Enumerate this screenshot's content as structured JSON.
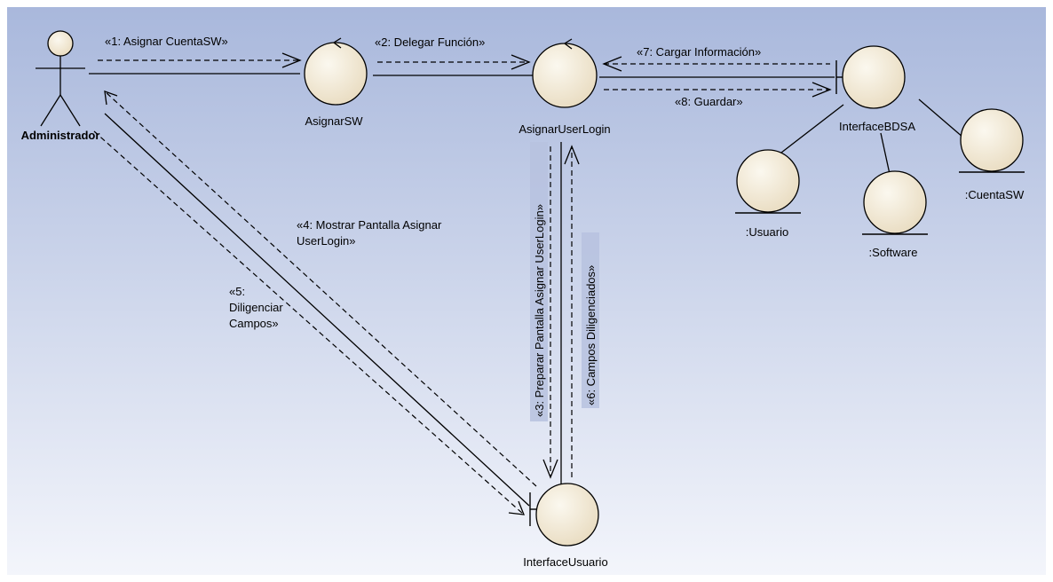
{
  "colors": {
    "bg_top": "#a9b8dc",
    "bg_bottom": "#f3f5fb",
    "object_fill_light": "#fbf8ef",
    "object_fill_dark": "#e9dcc1",
    "line": "#000000"
  },
  "diagram": {
    "actor": {
      "name": "Administrador",
      "icon": "stick-figure-actor-icon"
    },
    "nodes": {
      "asignar_sw": {
        "name": "AsignarSW",
        "kind": "control"
      },
      "asignar_user_login": {
        "name": "AsignarUserLogin",
        "kind": "control"
      },
      "interface_bdsa": {
        "name": "InterfaceBDSA",
        "kind": "boundary"
      },
      "interface_usuario": {
        "name": "InterfaceUsuario",
        "kind": "boundary"
      },
      "usuario": {
        "name": ":Usuario",
        "kind": "entity"
      },
      "software": {
        "name": ":Software",
        "kind": "entity"
      },
      "cuenta_sw": {
        "name": ":CuentaSW",
        "kind": "entity"
      }
    },
    "messages": {
      "m1": "«1: Asignar CuentaSW»",
      "m2": "«2: Delegar Función»",
      "m3": "«3: Preparar Pantalla Asignar UserLogin»",
      "m4": [
        "«4: Mostrar Pantalla Asignar",
        "UserLogin»"
      ],
      "m5": [
        "«5:",
        "Diligenciar",
        "Campos»"
      ],
      "m6": "«6: Campos Diligenciados»",
      "m7": "«7: Cargar Información»",
      "m8": "«8: Guardar»"
    }
  }
}
